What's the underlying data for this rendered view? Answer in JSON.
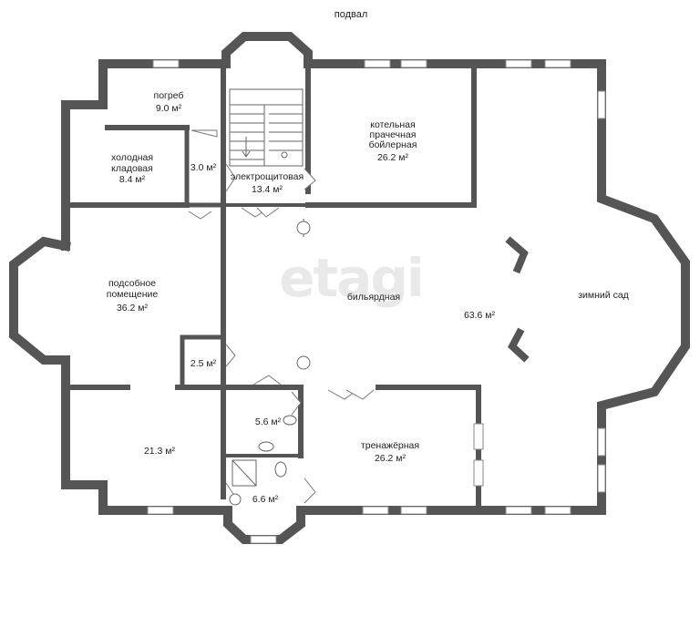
{
  "plan_title": "подвал",
  "watermark": "etagi",
  "rooms": {
    "pogreb": {
      "name": "погреб",
      "area": "9.0 м²"
    },
    "holodnaya": {
      "line1": "холодная",
      "line2": "кладовая",
      "area": "8.4 м²"
    },
    "small_30": {
      "area": "3.0 м²"
    },
    "elektro": {
      "name": "электрощитовая",
      "area": "13.4 м²"
    },
    "kotelnaya": {
      "line1": "котельная",
      "line2": "прачечная",
      "line3": "бойлерная",
      "area": "26.2 м²"
    },
    "podsobnoe": {
      "line1": "подсобное",
      "line2": "помещение",
      "area": "36.2 м²"
    },
    "bilyardnaya": {
      "name": "бильярдная",
      "area": "63.6 м²"
    },
    "zimniy_sad": {
      "name": "зимний сад"
    },
    "small_25": {
      "area": "2.5 м²"
    },
    "room_213": {
      "area": "21.3 м²"
    },
    "wc_56": {
      "area": "5.6 м²"
    },
    "bath_66": {
      "area": "6.6 м²"
    },
    "trenazhernaya": {
      "name": "тренажёрная",
      "area": "26.2 м²"
    }
  },
  "colors": {
    "wall": "#555555",
    "window": "#ffffff",
    "line": "#888888",
    "watermark": "#e9e9e9"
  }
}
